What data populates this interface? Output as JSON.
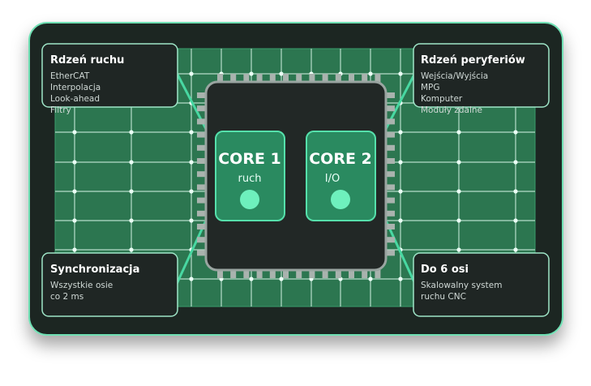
{
  "colors": {
    "panel_bg": "#1f2624",
    "accent": "#48d8a2",
    "card_bg": "#1f2624",
    "card_border": "#8fe8c4",
    "board_green": "#2d7a54",
    "chip_bg": "#222826",
    "core_fill": "#2a8a60"
  },
  "cores": [
    {
      "title": "CORE 1",
      "subtitle": "ruch"
    },
    {
      "title": "CORE 2",
      "subtitle": "I/O"
    }
  ],
  "cards": {
    "top_left": {
      "title": "Rdzeń ruchu",
      "lines": [
        "EtherCAT",
        "Interpolacja",
        "Look-ahead",
        "Filtry"
      ]
    },
    "top_right": {
      "title": "Rdzeń peryferiów",
      "lines": [
        "Wejścia/Wyjścia",
        "MPG",
        "Komputer",
        "Moduły zdalne"
      ]
    },
    "bottom_left": {
      "title": "Synchronizacja",
      "lines": [
        "Wszystkie osie",
        "co 2 ms"
      ]
    },
    "bottom_right": {
      "title": "Do 6 osi",
      "lines": [
        "Skalowalny system",
        "ruchu CNC"
      ]
    }
  }
}
